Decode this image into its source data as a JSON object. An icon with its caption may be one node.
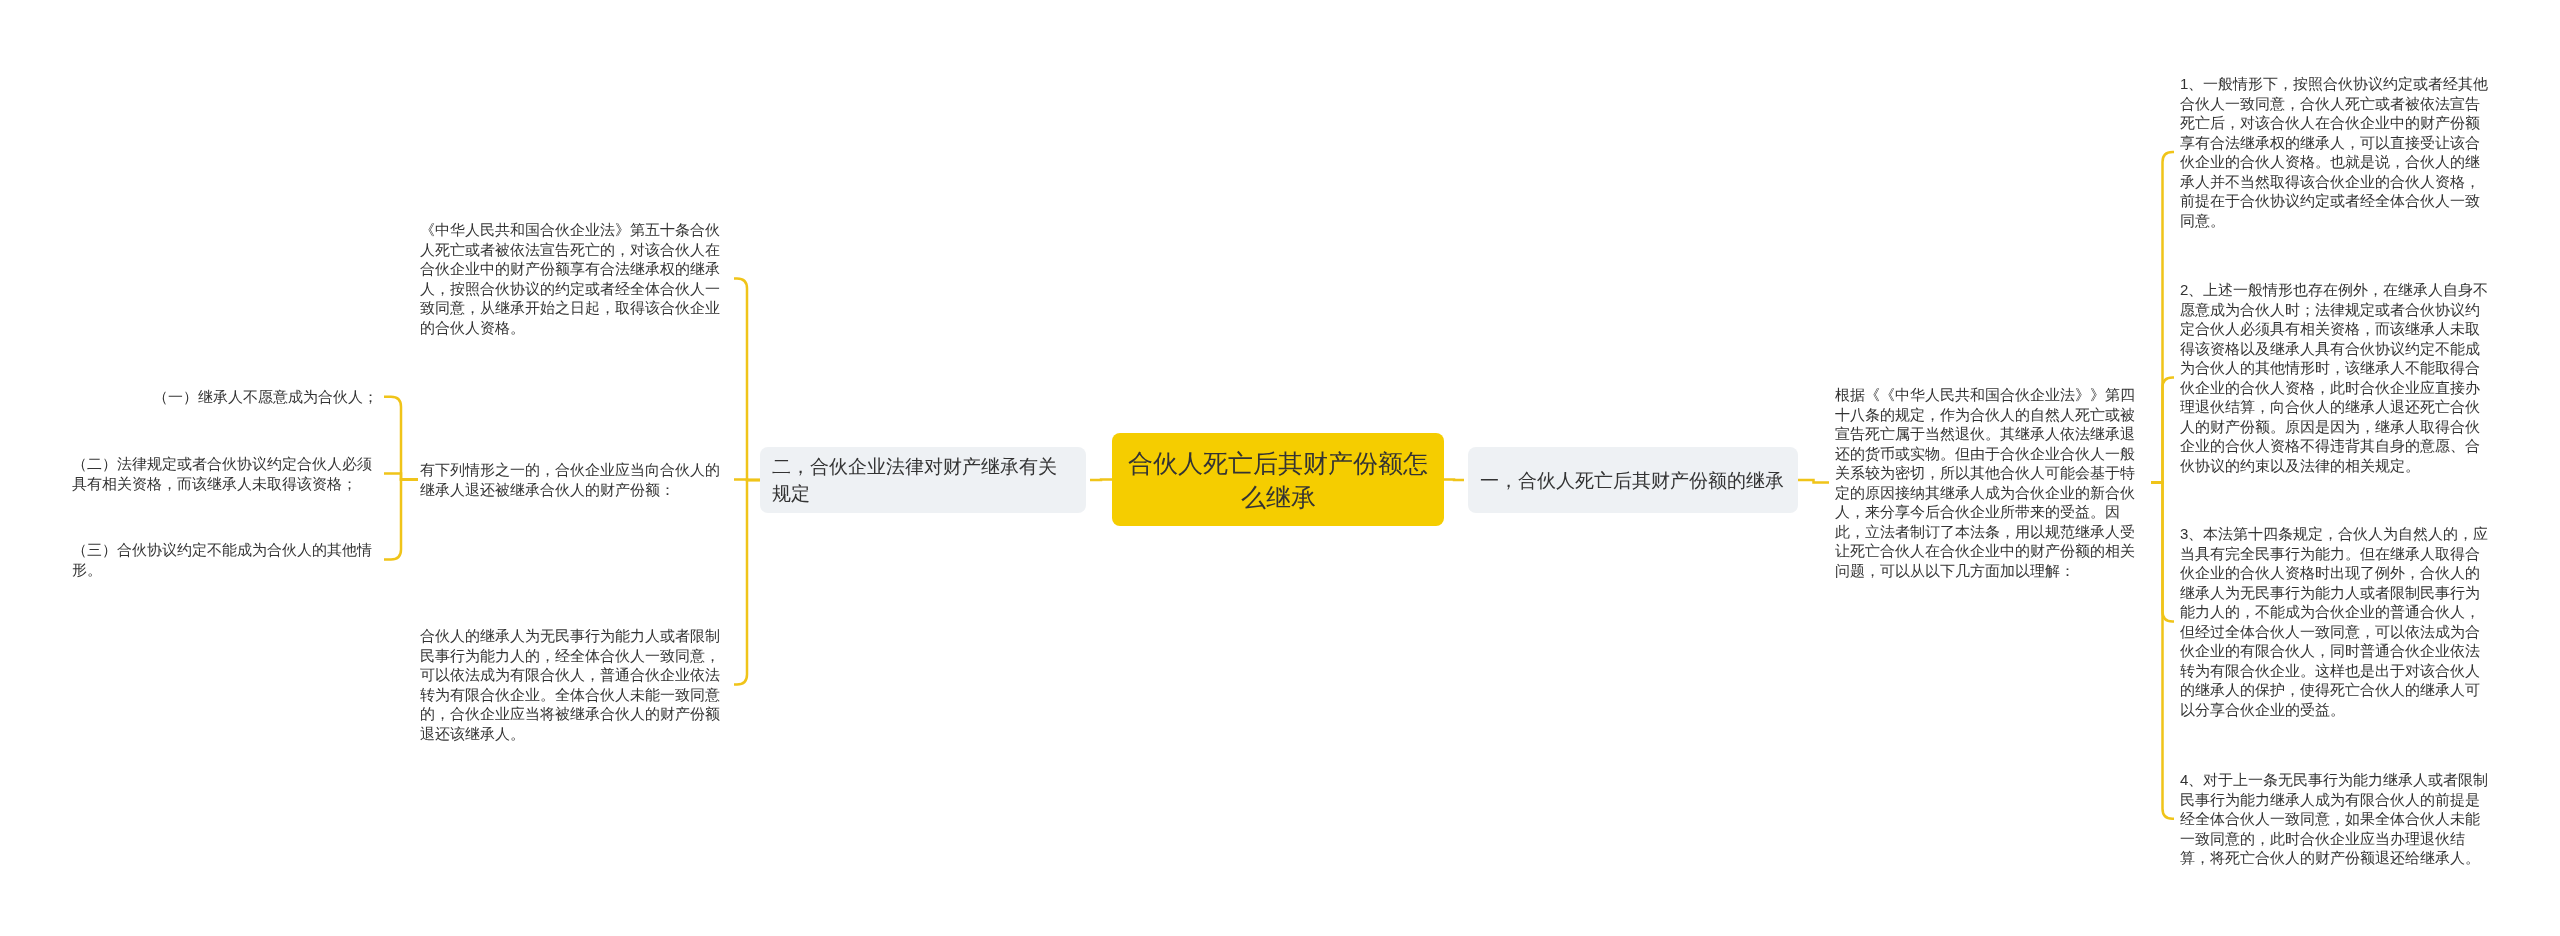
{
  "diagram": {
    "nodes": [
      {
        "text": [
          "合伙人死亡后其财产份额怎么继承"
        ]
      },
      {
        "text": [
          "一，合伙人死亡后其财产份额的继承"
        ]
      },
      {
        "text": [
          "根据《《中华人民共和国合伙企业法》》第四十八条的规定，作为合伙人的自然人死亡或被宣告死亡属于当然退伙。其继承人依法继承退还的货币或实物。但由于合伙企业合伙人一般关系较为密切，所以其他合伙人可能会基于特定的原因接纳其继承人成为合伙企业的新合伙人，来分享今后合伙企业所带来的受益。因此，立法者制订了本法条，用以规范继承人受让死亡合伙人在合伙企业中的财产份额的相关问题，可以从以下几方面加以理解："
        ]
      },
      {
        "text": [
          "1、一般情形下，按照合伙协议约定或者经其他合伙人一致同意，合伙人死亡或者被依法宣告死亡后，对该合伙人在合伙企业中的财产份额享有合法继承权的继承人，可以直接受让该合伙企业的合伙人资格。也就是说，合伙人的继承人并不当然取得该合伙企业的合伙人资格，前提在于合伙协议约定或者经全体合伙人一致同意。"
        ]
      },
      {
        "text": [
          "2、上述一般情形也存在例外，在继承人自身不愿意成为合伙人时；法律规定或者合伙协议约定合伙人必须具有相关资格，而该继承人未取得该资格以及继承人具有合伙协议约定不能成为合伙人的其他情形时，该继承人不能取得合伙企业的合伙人资格，此时合伙企业应直接办理退伙结算，向合伙人的继承人退还死亡合伙人的财产份额。原因是因为，继承人取得合伙企业的合伙人资格不得违背其自身的意愿、合伙协议的约束以及法律的相关规定。"
        ]
      },
      {
        "text": [
          "3、本法第十四条规定，合伙人为自然人的，应当具有完全民事行为能力。但在继承人取得合伙企业的合伙人资格时出现了例外，合伙人的继承人为无民事行为能力人或者限制民事行为能力人的，不能成为合伙企业的普通合伙人，但经过全体合伙人一致同意，可以依法成为合伙企业的有限合伙人，同时普通合伙企业依法转为有限合伙企业。这样也是出于对该合伙人的继承人的保护，使得死亡合伙人的继承人可以分享合伙企业的受益。"
        ]
      },
      {
        "text": [
          "4、对于上一条无民事行为能力继承人或者限制民事行为能力继承人成为有限合伙人的前提是经全体合伙人一致同意，如果全体合伙人未能一致同意的，此时合伙企业应当办理退伙结算，将死亡合伙人的财产份额退还给继承人。"
        ]
      },
      {
        "text": [
          "二，合伙企业法律对财产继承有关规定"
        ]
      },
      {
        "text": [
          "《中华人民共和国合伙企业法》第五十条合伙人死亡或者被依法宣告死亡的，对该合伙人在合伙企业中的财产份额享有合法继承权的继承人，按照合伙协议的约定或者经全体合伙人一致同意，从继承开始之日起，取得该合伙企业的合伙人资格。"
        ]
      },
      {
        "text": [
          "有下列情形之一的，合伙企业应当向合伙人的继承人退还被继承合伙人的财产份额："
        ]
      },
      {
        "text": [
          "合伙人的继承人为无民事行为能力人或者限制民事行为能力人的，经全体合伙人一致同意，可以依法成为有限合伙人，普通合伙企业依法转为有限合伙企业。全体合伙人未能一致同意的，合伙企业应当将被继承合伙人的财产份额退还该继承人。"
        ]
      },
      {
        "text": [
          "（一）继承人不愿意成为合伙人；"
        ]
      },
      {
        "text": [
          "（二）法律规定或者合伙协议约定合伙人必须具有相关资格，而该继承人未取得该资格；"
        ]
      },
      {
        "text": [
          "（三）合伙协议约定不能成为合伙人的其他情形。"
        ]
      }
    ],
    "edges": [
      {
        "from": 0,
        "to": 1,
        "arrow": "none"
      },
      {
        "from": 1,
        "to": 2,
        "arrow": "none"
      },
      {
        "from": 2,
        "to": 3,
        "arrow": "none"
      },
      {
        "from": 2,
        "to": 4,
        "arrow": "none"
      },
      {
        "from": 2,
        "to": 5,
        "arrow": "none"
      },
      {
        "from": 2,
        "to": 6,
        "arrow": "none"
      },
      {
        "from": 0,
        "to": 7,
        "arrow": "none"
      },
      {
        "from": 7,
        "to": 8,
        "arrow": "none"
      },
      {
        "from": 7,
        "to": 9,
        "arrow": "none"
      },
      {
        "from": 7,
        "to": 10,
        "arrow": "none"
      },
      {
        "from": 9,
        "to": 11,
        "arrow": "none"
      },
      {
        "from": 9,
        "to": 12,
        "arrow": "none"
      },
      {
        "from": 9,
        "to": 13,
        "arrow": "none"
      }
    ]
  }
}
